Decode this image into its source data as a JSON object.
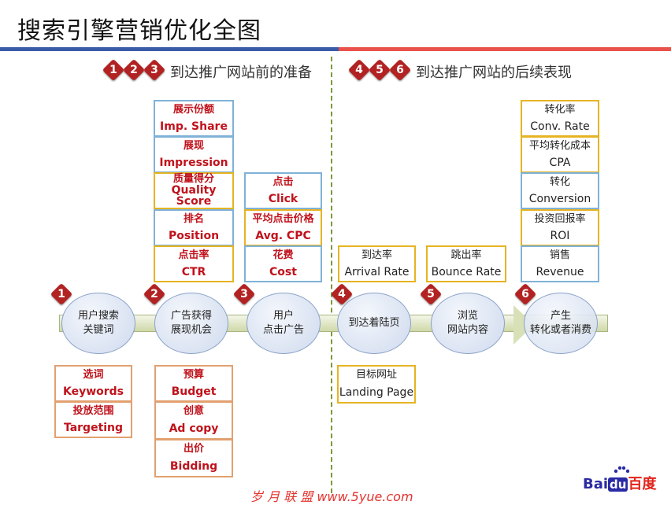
{
  "title": "搜索引擎营销优化全图",
  "header_left": {
    "badges": [
      "1",
      "2",
      "3"
    ],
    "text": "到达推广网站前的准备"
  },
  "header_right": {
    "badges": [
      "4",
      "5",
      "6"
    ],
    "text": "到达推广网站的后续表现"
  },
  "stages": [
    {
      "badge": "1",
      "line1": "用户搜索",
      "line2": "关键词"
    },
    {
      "badge": "2",
      "line1": "广告获得",
      "line2": "展现机会"
    },
    {
      "badge": "3",
      "line1": "用户",
      "line2": "点击广告"
    },
    {
      "badge": "4",
      "line1": "到达着陆页",
      "line2": ""
    },
    {
      "badge": "5",
      "line1": "浏览",
      "line2": "网站内容"
    },
    {
      "badge": "6",
      "line1": "产生",
      "line2": "转化或者消费"
    }
  ],
  "col2_top": [
    {
      "zh": "展示份额",
      "en": "Imp. Share"
    },
    {
      "zh": "展现",
      "en": "Impression"
    },
    {
      "zh": "质量得分",
      "en": "Quality Score"
    },
    {
      "zh": "排名",
      "en": "Position"
    },
    {
      "zh": "点击率",
      "en": "CTR"
    }
  ],
  "col3_top": [
    {
      "zh": "点击",
      "en": "Click"
    },
    {
      "zh": "平均点击价格",
      "en": "Avg. CPC"
    },
    {
      "zh": "花费",
      "en": "Cost"
    }
  ],
  "col4_top": {
    "zh": "到达率",
    "en": "Arrival Rate"
  },
  "col5_top": {
    "zh": "跳出率",
    "en": "Bounce Rate"
  },
  "col6_top": [
    {
      "zh": "转化率",
      "en": "Conv. Rate"
    },
    {
      "zh": "平均转化成本",
      "en": "CPA"
    },
    {
      "zh": "转化",
      "en": "Conversion"
    },
    {
      "zh": "投资回报率",
      "en": "ROI"
    },
    {
      "zh": "销售",
      "en": "Revenue"
    }
  ],
  "col1_bottom": [
    {
      "zh": "选词",
      "en": "Keywords"
    },
    {
      "zh": "投放范围",
      "en": "Targeting"
    }
  ],
  "col2_bottom": [
    {
      "zh": "预算",
      "en": "Budget"
    },
    {
      "zh": "创意",
      "en": "Ad copy"
    },
    {
      "zh": "出价",
      "en": "Bidding"
    }
  ],
  "col4_bottom": {
    "zh": "目标网址",
    "en": "Landing Page"
  },
  "logo": {
    "part1": "Bai",
    "du": "du",
    "part2": "百度"
  },
  "watermark": "岁 月 联 盟  www.5yue.com",
  "colors": {
    "accent_red": "#c0121b",
    "bar_blue": "#3a5ba8",
    "bar_red": "#e9524b",
    "divider_green": "#7a9a3a"
  }
}
